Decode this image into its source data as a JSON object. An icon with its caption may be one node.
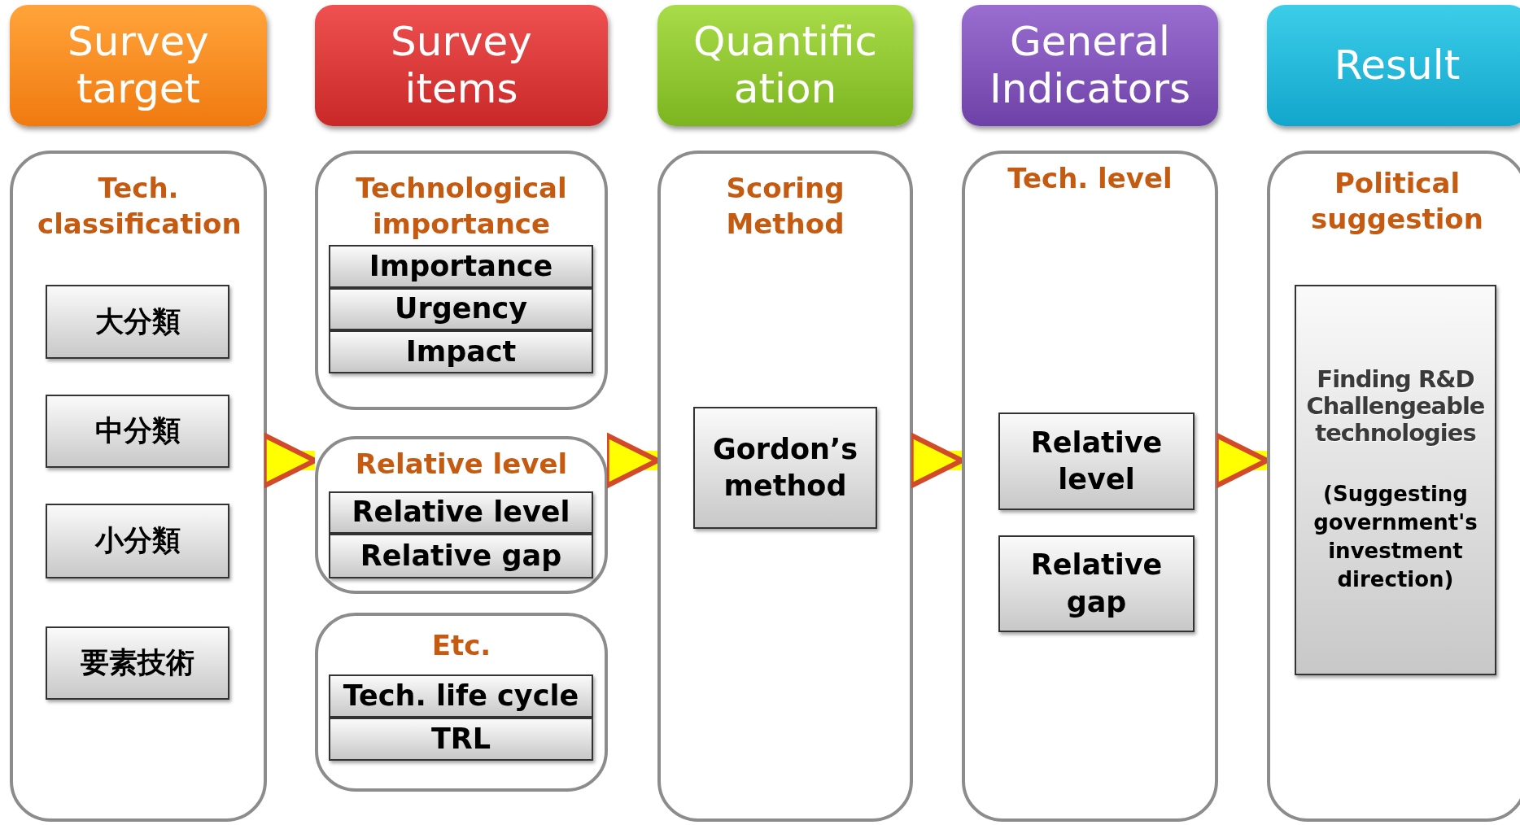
{
  "diagram": {
    "nodes": [
      {
        "text": [
          "Survey target"
        ]
      },
      {
        "text": [
          "Survey items"
        ]
      },
      {
        "text": [
          "Quantification"
        ]
      },
      {
        "text": [
          "General Indicators"
        ]
      },
      {
        "text": [
          "Result"
        ]
      },
      {
        "text": [
          "Tech. classification"
        ]
      },
      {
        "text": [
          "大分類"
        ],
        "in": 5
      },
      {
        "text": [
          "中分類"
        ],
        "in": 5
      },
      {
        "text": [
          "小分類"
        ],
        "in": 5
      },
      {
        "text": [
          "要素技術"
        ],
        "in": 5
      },
      {
        "text": [
          "Technological importance"
        ]
      },
      {
        "text": [
          "Importance"
        ],
        "in": 10
      },
      {
        "text": [
          "Urgency"
        ],
        "in": 10
      },
      {
        "text": [
          "Impact"
        ],
        "in": 10
      },
      {
        "text": [
          "Relative level"
        ]
      },
      {
        "text": [
          "Relative level"
        ],
        "in": 14
      },
      {
        "text": [
          "Relative gap"
        ],
        "in": 14
      },
      {
        "text": [
          "Etc."
        ]
      },
      {
        "text": [
          "Tech. life cycle"
        ],
        "in": 17
      },
      {
        "text": [
          "TRL"
        ],
        "in": 17
      },
      {
        "text": [
          "Scoring Method"
        ]
      },
      {
        "text": [
          "Gordon’s method"
        ],
        "in": 20
      },
      {
        "text": [
          "Tech. level"
        ]
      },
      {
        "text": [
          "Relative level"
        ],
        "in": 22
      },
      {
        "text": [
          "Relative gap"
        ],
        "in": 22
      },
      {
        "text": [
          "Political suggestion"
        ]
      },
      {
        "text": [
          "Finding R&D Challengeable technologies",
          "(Suggesting government's investment direction)"
        ],
        "in": 25
      }
    ],
    "edges": [
      {
        "from": 5,
        "to": 14,
        "arrow": "to"
      },
      {
        "from": 14,
        "to": 20,
        "arrow": "to"
      },
      {
        "from": 20,
        "to": 22,
        "arrow": "to"
      },
      {
        "from": 22,
        "to": 25,
        "arrow": "to"
      }
    ]
  }
}
